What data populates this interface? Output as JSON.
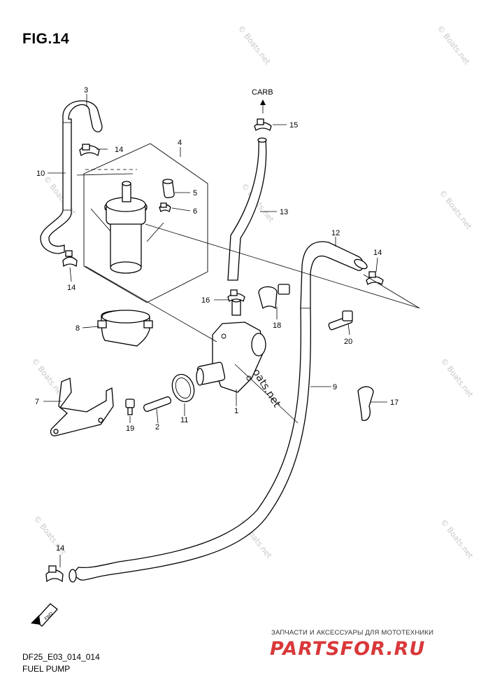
{
  "figure": {
    "title": "FIG.14",
    "code": "DF25_E03_014_014",
    "caption": "FUEL PUMP"
  },
  "labels": {
    "carb": "CARB"
  },
  "callouts": [
    "3",
    "10",
    "14",
    "4",
    "5",
    "6",
    "14",
    "8",
    "7",
    "19",
    "2",
    "11",
    "1",
    "15",
    "13",
    "16",
    "18",
    "12",
    "14",
    "20",
    "9",
    "17",
    "14"
  ],
  "watermark": {
    "text": "© Boats.net"
  },
  "shop": {
    "subtitle": "ЗАПЧАСТИ И АКСЕССУАРЫ ДЛЯ МОТОТЕХНИКИ",
    "brand": "PARTSFOR.RU",
    "brand_color": "#d9383a"
  },
  "fwd_mark": "FWD"
}
